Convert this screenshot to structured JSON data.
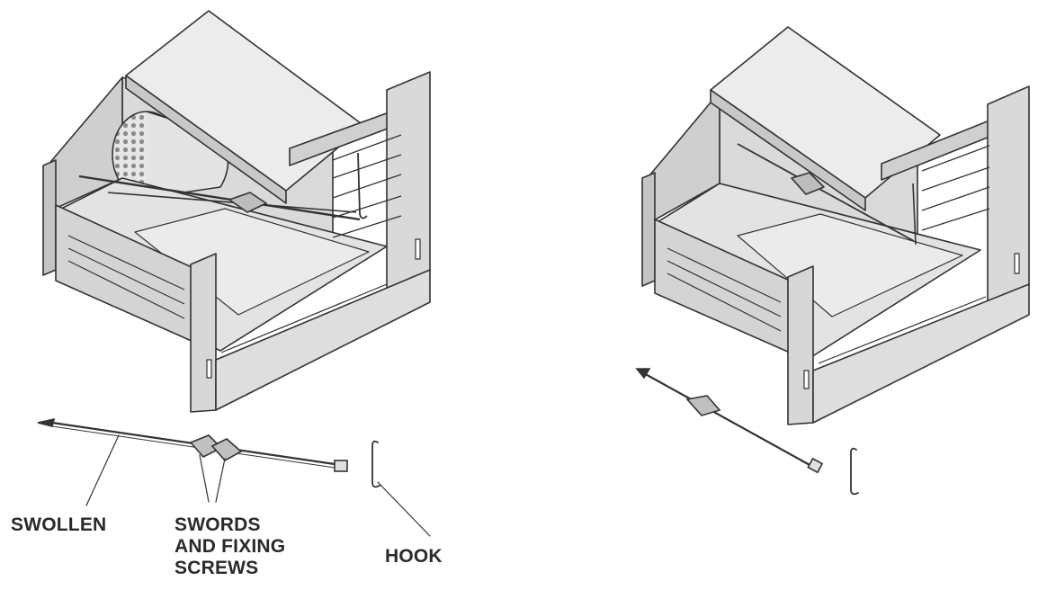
{
  "labels": {
    "swollen": "SWOLLEN",
    "swords": [
      "SWORDS",
      "AND FIXING",
      "SCREWS"
    ],
    "hook": "HOOK"
  },
  "colors": {
    "line": "#333333",
    "panel_light": "#ececec",
    "panel_mid": "#d6d6d6",
    "panel_dark": "#bdbdbd",
    "text": "#2a2a2a"
  }
}
